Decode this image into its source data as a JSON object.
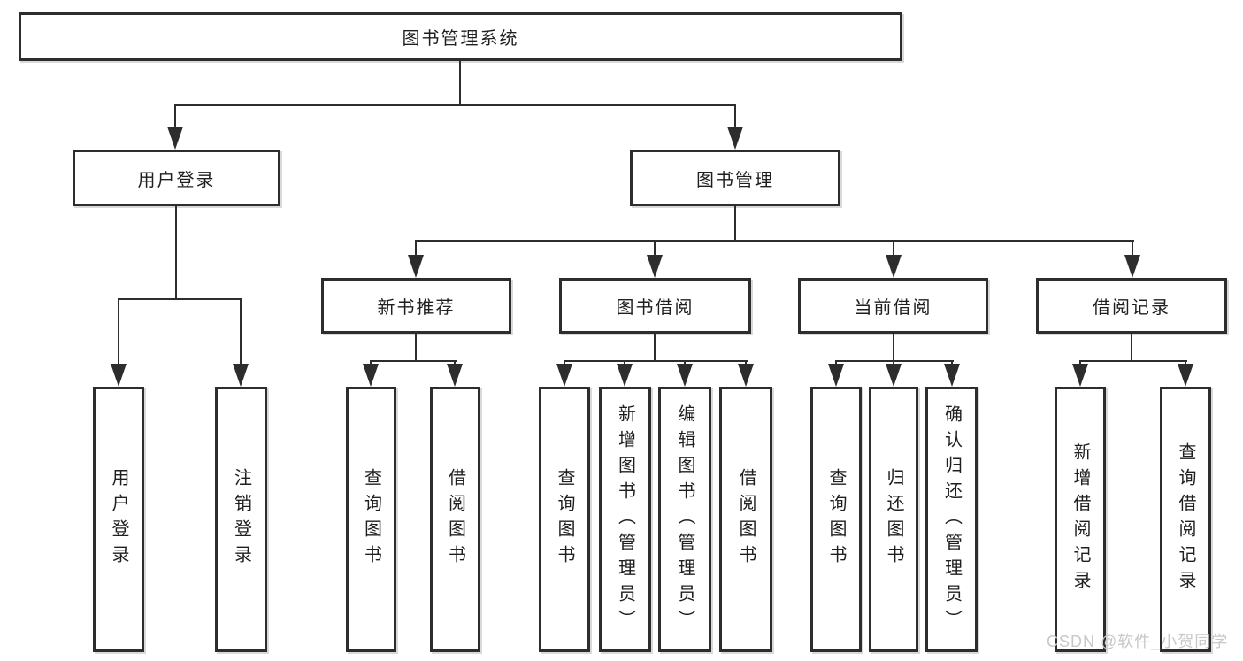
{
  "diagram_type": "tree",
  "tree": {
    "root": {
      "label": "图书管理系统"
    },
    "branches": [
      {
        "label": "用户登录",
        "children": [
          {
            "label": "用户登录"
          },
          {
            "label": "注销登录"
          }
        ]
      },
      {
        "label": "图书管理",
        "children": [
          {
            "label": "新书推荐",
            "children": [
              {
                "label": "查询图书"
              },
              {
                "label": "借阅图书"
              }
            ]
          },
          {
            "label": "图书借阅",
            "children": [
              {
                "label": "查询图书"
              },
              {
                "label": "新增图书（管理员）"
              },
              {
                "label": "编辑图书（管理员）"
              },
              {
                "label": "借阅图书"
              }
            ]
          },
          {
            "label": "当前借阅",
            "children": [
              {
                "label": "查询图书"
              },
              {
                "label": "归还图书"
              },
              {
                "label": "确认归还（管理员）"
              }
            ]
          },
          {
            "label": "借阅记录",
            "children": [
              {
                "label": "新增借阅记录"
              },
              {
                "label": "查询借阅记录"
              }
            ]
          }
        ]
      }
    ]
  },
  "watermark": {
    "text": "CSDN @软件_小贺同学"
  },
  "colors": {
    "line": "#2d2d2d",
    "text": "#1f1f1f",
    "background": "#ffffff",
    "watermark": "#c8c8c8"
  }
}
